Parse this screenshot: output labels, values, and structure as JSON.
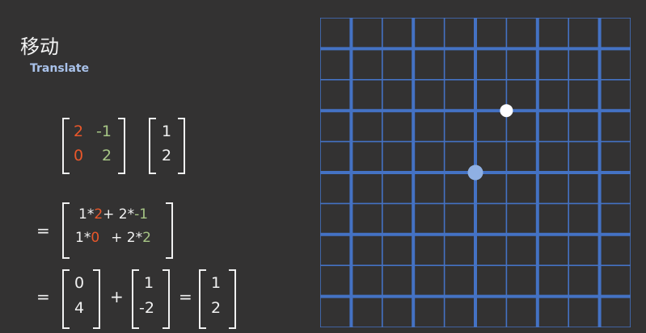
{
  "title": "移动",
  "subtitle": "Translate",
  "matrix_a": [
    [
      "2",
      "-1"
    ],
    [
      "0",
      "2"
    ]
  ],
  "vector_v": [
    "1",
    "2"
  ],
  "expanded": {
    "row1": {
      "p1": "1*",
      "a1": "2",
      "p2": "+ 2*",
      "a2": "-1"
    },
    "row2": {
      "p1": "1*",
      "a1": "0",
      "p2": "+ 2*",
      "a2": "2"
    }
  },
  "result": {
    "col1": [
      "0",
      "4"
    ],
    "col2": [
      "1",
      "-2"
    ],
    "sum": [
      "1",
      "2"
    ]
  },
  "symbols": {
    "equals": "=",
    "plus": "+"
  },
  "colors": {
    "background": "#333232",
    "column1": "#e9572a",
    "column2": "#a6c585",
    "grid_line": "#4472c4",
    "point_original": "#ffffff",
    "point_vector": "#8fb0e3"
  },
  "grid": {
    "cells": 10,
    "major_every": 2,
    "origin_index": [
      5,
      5
    ]
  },
  "points": {
    "original": {
      "x": 1,
      "y": 2
    },
    "vector": {
      "x": 0,
      "y": 0
    }
  }
}
